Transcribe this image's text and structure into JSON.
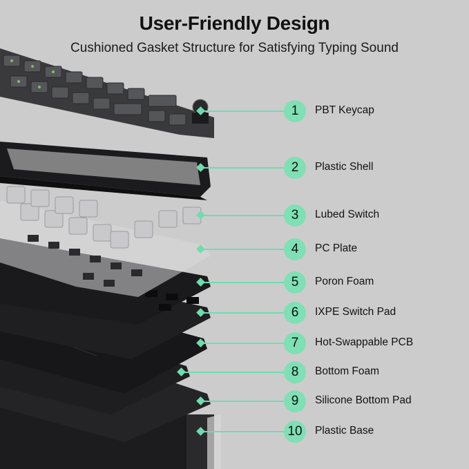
{
  "header": {
    "title": "User-Friendly Design",
    "subtitle": "Cushioned Gasket Structure for Satisfying Typing Sound"
  },
  "colors": {
    "background": "#cdcccd",
    "accent": "#7ee0b4",
    "leader_line": "#6fdcb0",
    "text": "#111111"
  },
  "components": [
    {
      "number": "1",
      "label": "PBT Keycap"
    },
    {
      "number": "2",
      "label": "Plastic Shell"
    },
    {
      "number": "3",
      "label": "Lubed Switch"
    },
    {
      "number": "4",
      "label": "PC Plate"
    },
    {
      "number": "5",
      "label": "Poron Foam"
    },
    {
      "number": "6",
      "label": "IXPE Switch Pad"
    },
    {
      "number": "7",
      "label": "Hot-Swappable PCB"
    },
    {
      "number": "8",
      "label": "Bottom Foam"
    },
    {
      "number": "9",
      "label": "Silicone Bottom Pad"
    },
    {
      "number": "10",
      "label": "Plastic Base"
    }
  ]
}
